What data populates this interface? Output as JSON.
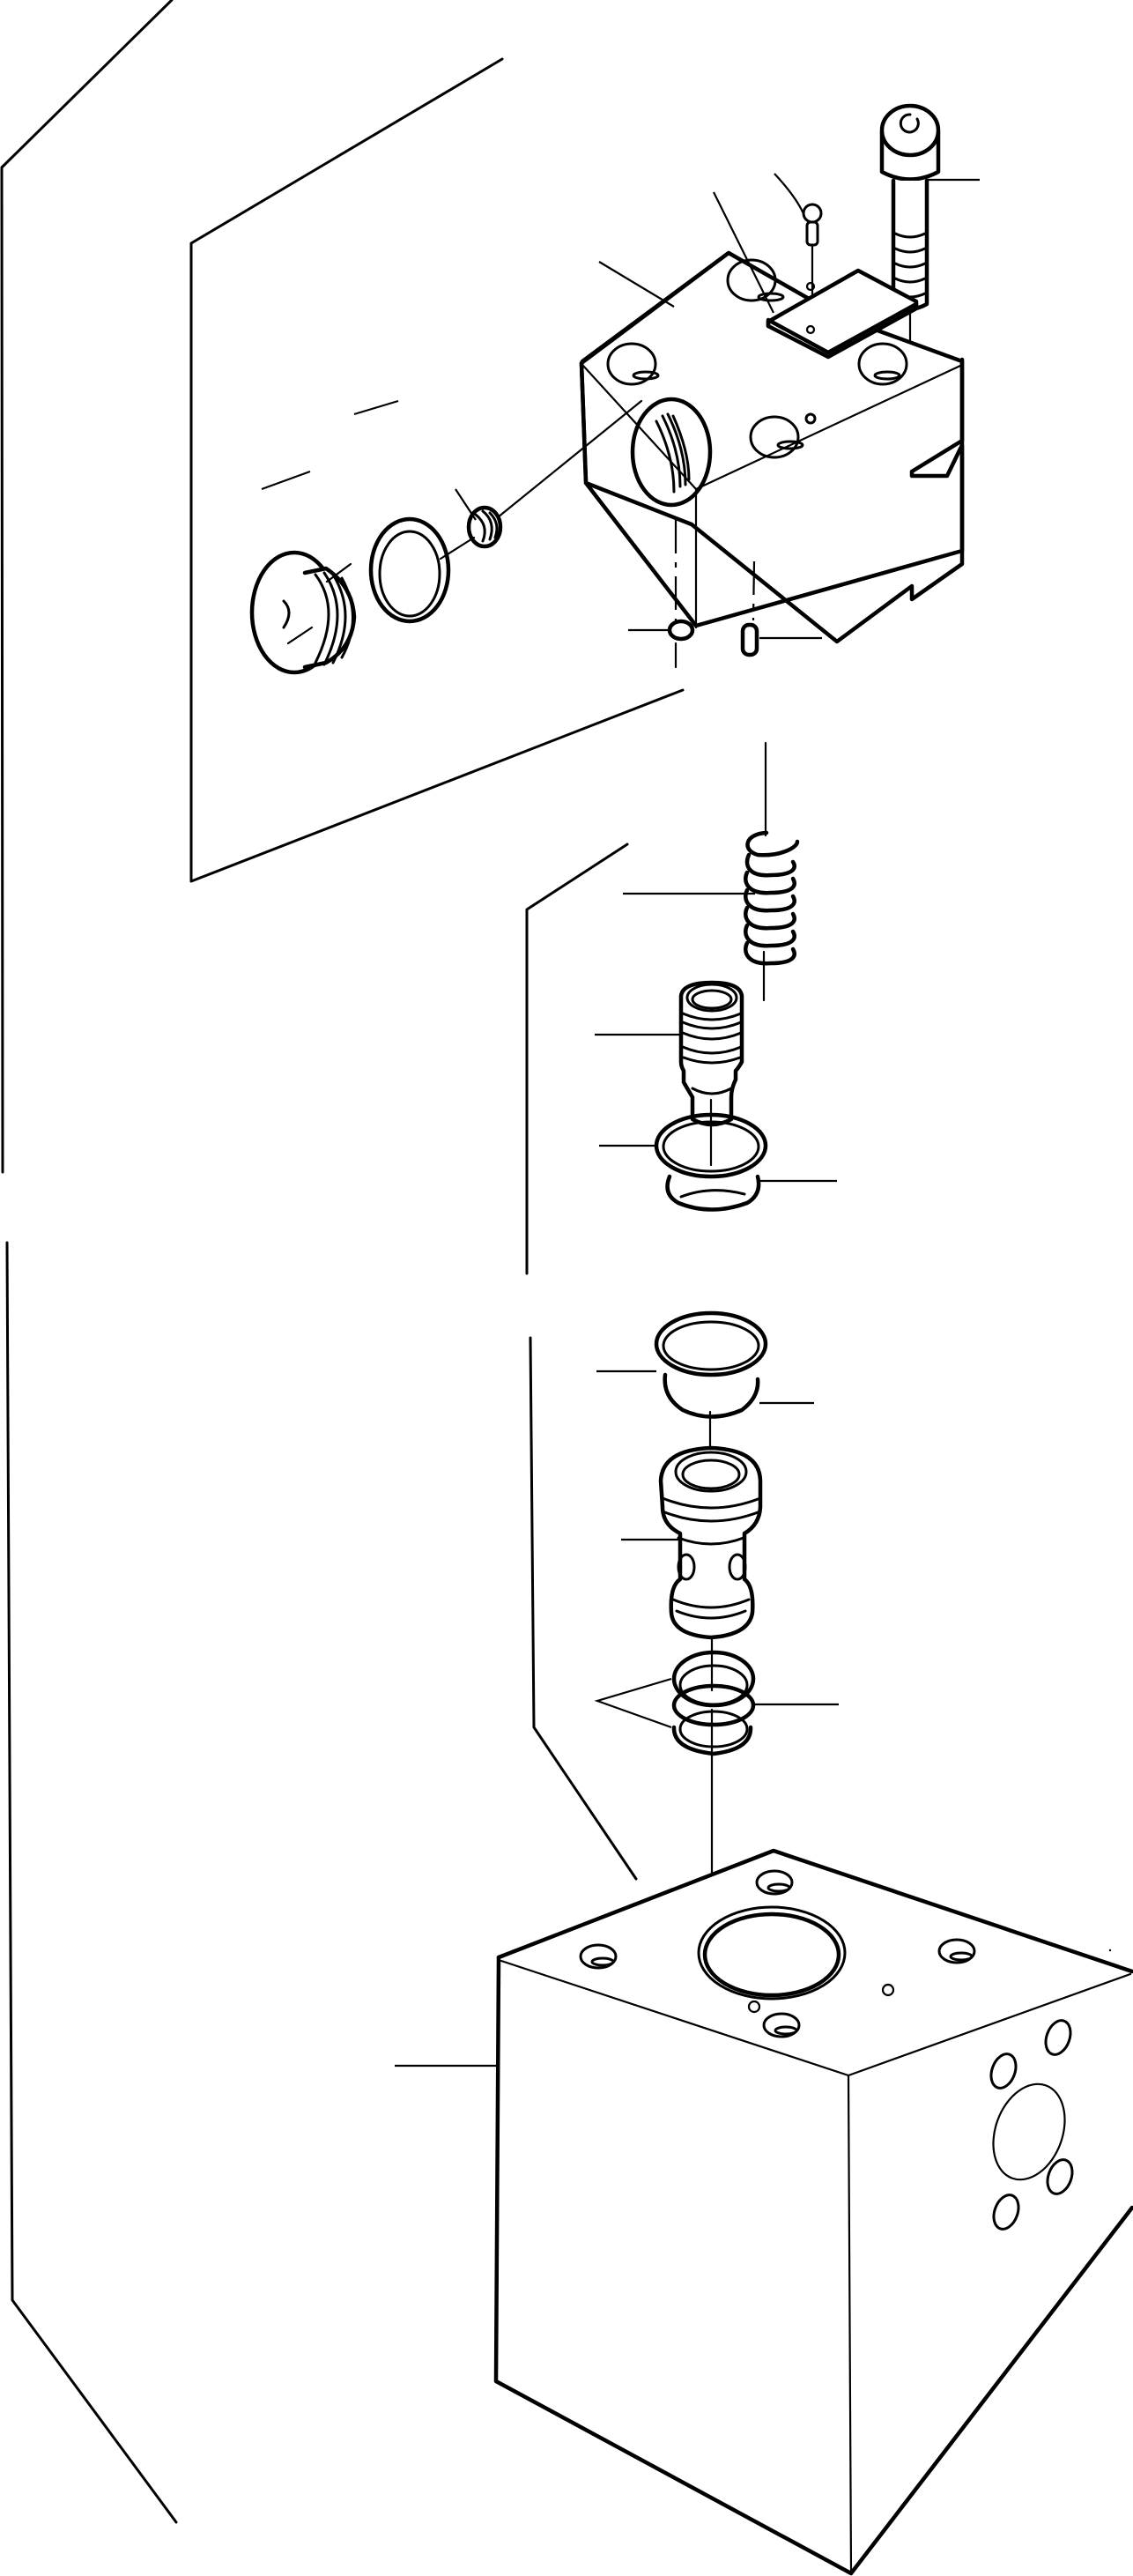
{
  "drawing": {
    "type": "exploded-view parts diagram",
    "subject": "hydraulic valve block assembly",
    "text_labels": [],
    "callout_count": 18,
    "parts": [
      {
        "id": "socket-head-cap-screw",
        "callout": "right"
      },
      {
        "id": "drive-pin",
        "callout": "top"
      },
      {
        "id": "name-plate",
        "callout": "top"
      },
      {
        "id": "valve-cover-block",
        "callout": "top-left"
      },
      {
        "id": "threaded-plug",
        "callout": "left"
      },
      {
        "id": "plug-o-ring",
        "callout": "left"
      },
      {
        "id": "orifice-insert",
        "callout": "left"
      },
      {
        "id": "small-o-ring",
        "callout": "left"
      },
      {
        "id": "dowel-pin",
        "callout": "right"
      },
      {
        "id": "compression-spring",
        "callout": "left"
      },
      {
        "id": "poppet",
        "callout": "left"
      },
      {
        "id": "o-ring-upper",
        "callout": "left"
      },
      {
        "id": "backup-ring-upper",
        "callout": "right"
      },
      {
        "id": "o-ring-lower",
        "callout": "left"
      },
      {
        "id": "backup-ring-lower",
        "callout": "right"
      },
      {
        "id": "valve-sleeve",
        "callout": "left"
      },
      {
        "id": "sleeve-seals",
        "callout": "left-and-right"
      },
      {
        "id": "valve-body-block",
        "callout": "left"
      }
    ],
    "colors": {
      "line": "#000000",
      "background": "#ffffff"
    }
  }
}
